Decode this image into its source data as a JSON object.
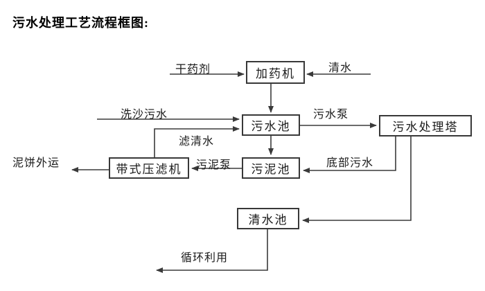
{
  "title": "污水处理工艺流程框图:",
  "colors": {
    "background": "#ffffff",
    "line": "#3a3a3a",
    "text": "#1a1a1a"
  },
  "diagram": {
    "nodes": [
      {
        "id": "dosing-machine",
        "label": "加药机"
      },
      {
        "id": "sewage-pool",
        "label": "污水池"
      },
      {
        "id": "sewage-treatment-tower",
        "label": "污水处理塔"
      },
      {
        "id": "sludge-pool",
        "label": "污泥池"
      },
      {
        "id": "belt-filter-press",
        "label": "带式压滤机"
      },
      {
        "id": "clean-water-pool",
        "label": "清水池"
      }
    ],
    "edges": [
      {
        "id": "dry-chemical",
        "label": "干药剂",
        "from": "external",
        "to": "dosing-machine"
      },
      {
        "id": "clean-water-in",
        "label": "清水",
        "from": "external",
        "to": "dosing-machine"
      },
      {
        "id": "dosing-to-sewage-pool",
        "label": "",
        "from": "dosing-machine",
        "to": "sewage-pool"
      },
      {
        "id": "sand-washing-sewage",
        "label": "洗沙污水",
        "from": "external",
        "to": "sewage-pool"
      },
      {
        "id": "filtered-water-return",
        "label": "滤清水",
        "from": "belt-filter-press",
        "to": "sewage-pool"
      },
      {
        "id": "sewage-pump",
        "label": "污水泵",
        "from": "sewage-pool",
        "to": "sewage-treatment-tower"
      },
      {
        "id": "sewage-to-sludge-pool",
        "label": "",
        "from": "sewage-pool",
        "to": "sludge-pool"
      },
      {
        "id": "sludge-pump",
        "label": "污泥泵",
        "from": "sludge-pool",
        "to": "belt-filter-press"
      },
      {
        "id": "bottom-sewage",
        "label": "底部污水",
        "from": "sewage-treatment-tower",
        "to": "sludge-pool"
      },
      {
        "id": "mud-cake-out",
        "label": "泥饼外运",
        "from": "belt-filter-press",
        "to": "external"
      },
      {
        "id": "tower-to-clean-water-pool",
        "label": "",
        "from": "sewage-treatment-tower",
        "to": "clean-water-pool"
      },
      {
        "id": "recycle-use",
        "label": "循环利用",
        "from": "clean-water-pool",
        "to": "external"
      }
    ]
  }
}
